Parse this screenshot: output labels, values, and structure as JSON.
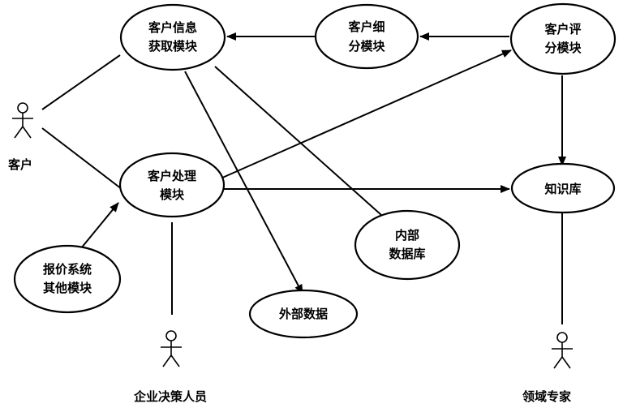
{
  "nodes": {
    "customer_info": {
      "line1": "客户信息",
      "line2": "获取模块"
    },
    "customer_segment": {
      "line1": "客户细",
      "line2": "分模块"
    },
    "customer_eval": {
      "line1": "客户评",
      "line2": "分模块"
    },
    "customer_process": {
      "line1": "客户处理",
      "line2": "模块"
    },
    "knowledge_base": {
      "line1": "知识库"
    },
    "internal_db": {
      "line1": "内部",
      "line2": "数据库"
    },
    "quote_system": {
      "line1": "报价系统",
      "line2": "其他模块"
    },
    "external_data": {
      "line1": "外部数据"
    }
  },
  "actors": {
    "customer": "客户",
    "decision_maker": "企业决策人员",
    "domain_expert": "领域专家"
  }
}
